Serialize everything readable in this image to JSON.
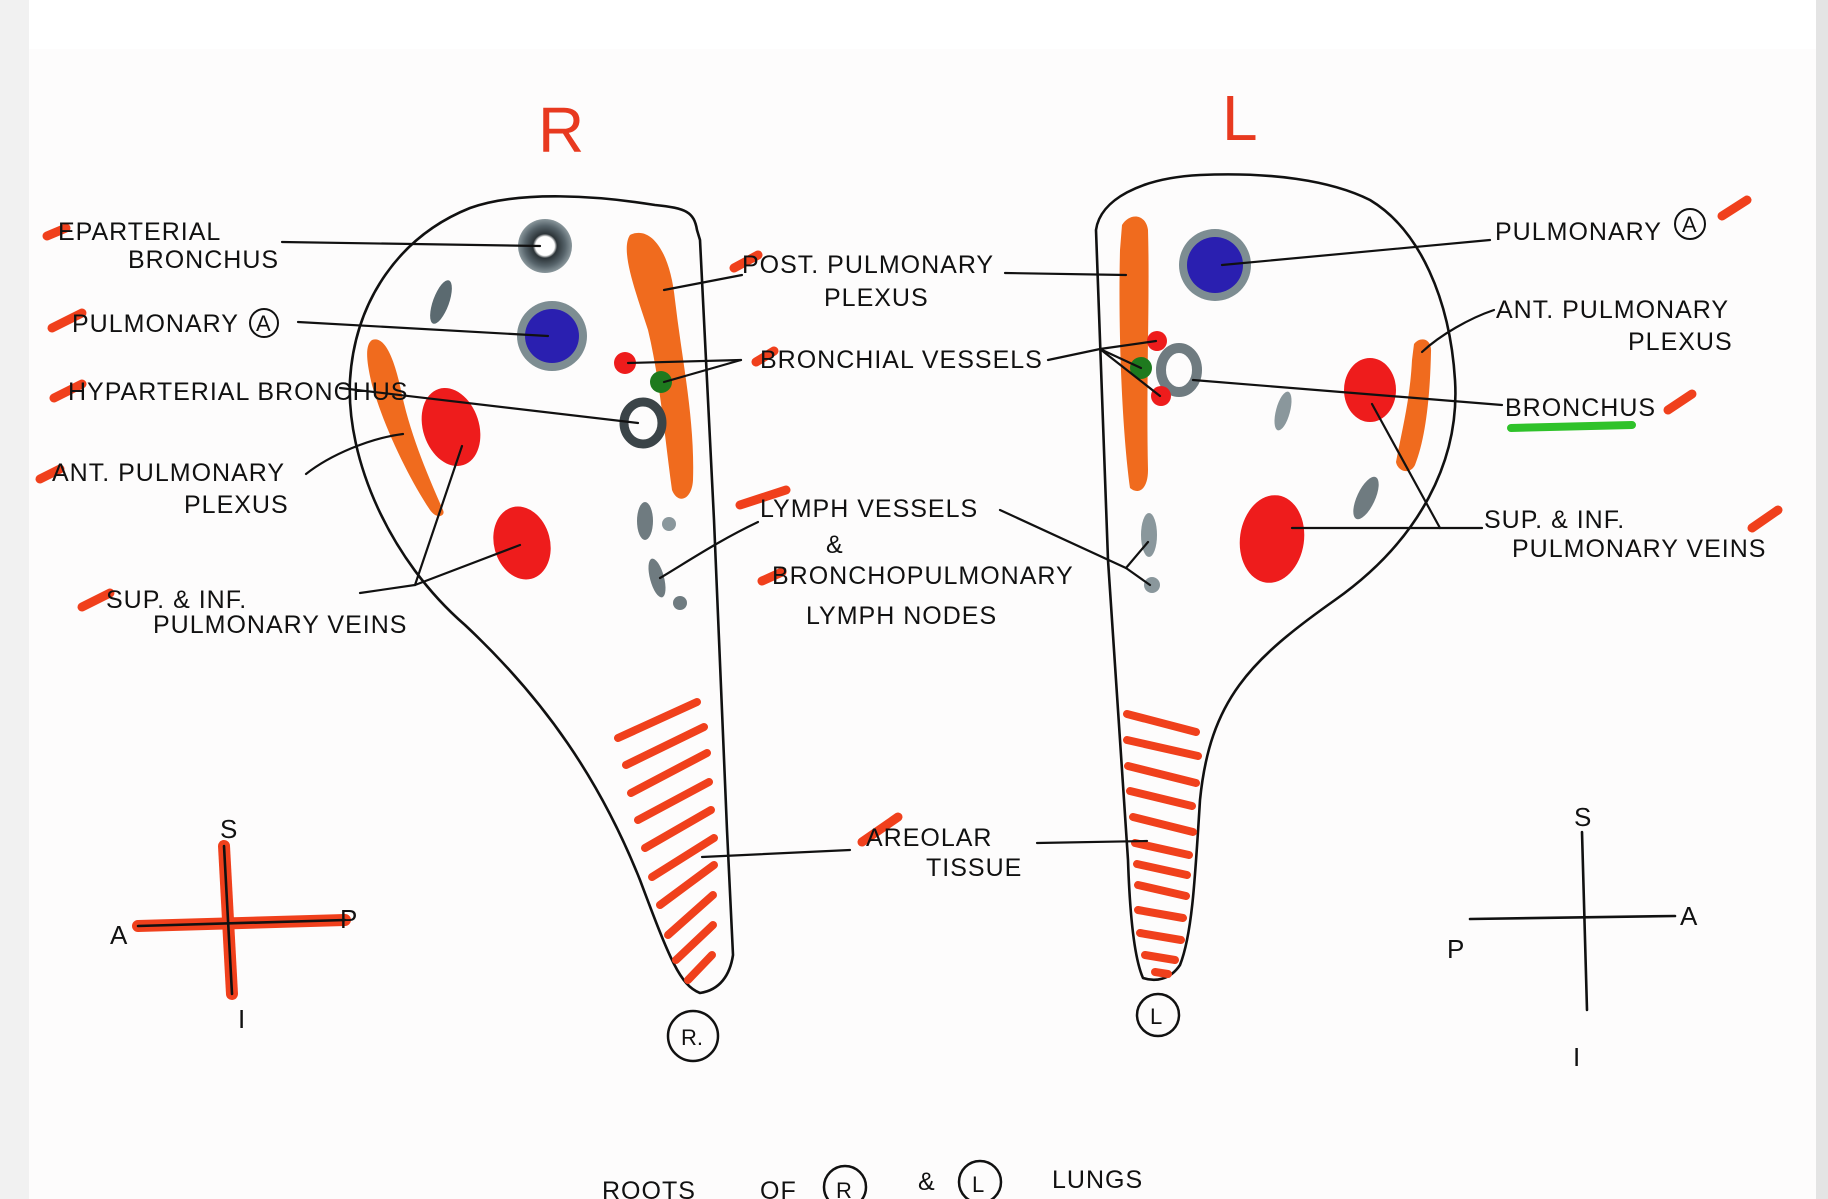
{
  "title": "ROOTS OF (R) & (L) LUNGS",
  "title_parts": {
    "roots": "ROOTS",
    "of": "OF",
    "right_circle": "R",
    "amp": "&",
    "left_circle": "L",
    "lungs": "LUNGS"
  },
  "colors": {
    "plexus_orange": "#f06b1e",
    "vein_red": "#ee1c1c",
    "artery_blue": "#2a1fb0",
    "bronchus_grey": "#6f7b80",
    "bronchial_artery_green": "#1e7a1e",
    "tick_red": "#f0401c",
    "underline_green": "#2fc22a"
  },
  "right_lung": {
    "heading": "R",
    "footer_circle": "R.",
    "labels": {
      "eparterial_1": "EPARTERIAL",
      "eparterial_2": "BRONCHUS",
      "pulmonary_artery": "PULMONARY",
      "pulmonary_artery_circle": "A",
      "hyparterial": "HYPARTERIAL BRONCHUS",
      "ant_plexus_1": "ANT. PULMONARY",
      "ant_plexus_2": "PLEXUS",
      "veins_1": "SUP. & INF.",
      "veins_2": "PULMONARY VEINS"
    },
    "orientation": {
      "top": "S",
      "bottom": "I",
      "left": "A",
      "right": "P"
    }
  },
  "center_labels": {
    "post_plexus_1": "POST. PULMONARY",
    "post_plexus_2": "PLEXUS",
    "bronchial_vessels": "BRONCHIAL VESSELS",
    "lymph_1": "LYMPH VESSELS",
    "lymph_amp": "&",
    "lymph_2": "BRONCHOPULMONARY",
    "lymph_3": "LYMPH NODES",
    "areolar_1": "AREOLAR",
    "areolar_2": "TISSUE"
  },
  "left_lung": {
    "heading": "L",
    "footer_circle": "L",
    "labels": {
      "pulmonary_artery": "PULMONARY",
      "pulmonary_artery_circle": "A",
      "ant_plexus_1": "ANT. PULMONARY",
      "ant_plexus_2": "PLEXUS",
      "bronchus": "BRONCHUS",
      "veins_1": "SUP. & INF.",
      "veins_2": "PULMONARY VEINS"
    },
    "orientation": {
      "top": "S",
      "bottom": "I",
      "left": "P",
      "right": "A"
    }
  }
}
